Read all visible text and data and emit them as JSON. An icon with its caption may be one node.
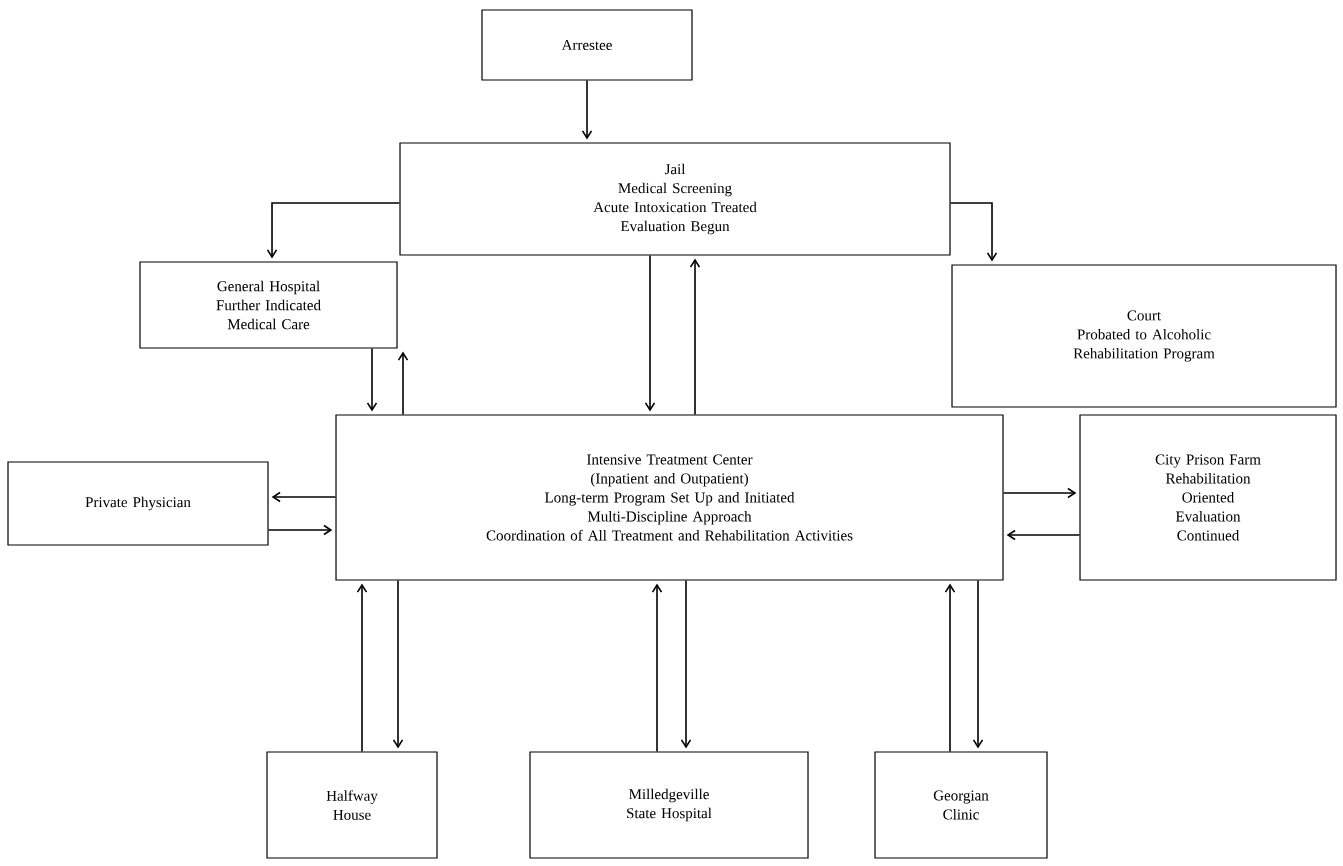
{
  "diagram": {
    "nodes": [
      {
        "text": [
          "Arrestee"
        ]
      },
      {
        "text": [
          "Jail",
          "Medical Screening",
          "Acute Intoxication Treated",
          "Evaluation Begun"
        ]
      },
      {
        "text": [
          "General Hospital",
          "Further Indicated Medical Care"
        ]
      },
      {
        "text": [
          "Court",
          "Probated to Alcoholic Rehabilitation Program"
        ]
      },
      {
        "text": [
          "Intensive Treatment Center",
          "(Inpatient and Outpatient)",
          "Long-term Program Set Up and Initiated",
          "Multi-Discipline Approach",
          "Coordination of All Treatment and Rehabilitation Activities"
        ]
      },
      {
        "text": [
          "Private Physician"
        ]
      },
      {
        "text": [
          "City Prison Farm",
          "Rehabilitation Oriented Evaluation Continued"
        ]
      },
      {
        "text": [
          "Halfway House"
        ]
      },
      {
        "text": [
          "Milledgeville State Hospital"
        ]
      },
      {
        "text": [
          "Georgian Clinic"
        ]
      }
    ],
    "edges": [
      {
        "from": 0,
        "to": 1,
        "arrow": "to"
      },
      {
        "from": 1,
        "to": 2,
        "arrow": "to"
      },
      {
        "from": 1,
        "to": 3,
        "arrow": "to"
      },
      {
        "from": 1,
        "to": 4,
        "arrow": "to"
      },
      {
        "from": 4,
        "to": 1,
        "arrow": "to"
      },
      {
        "from": 2,
        "to": 4,
        "arrow": "to"
      },
      {
        "from": 4,
        "to": 2,
        "arrow": "to"
      },
      {
        "from": 4,
        "to": 5,
        "arrow": "to"
      },
      {
        "from": 5,
        "to": 4,
        "arrow": "to"
      },
      {
        "from": 4,
        "to": 6,
        "arrow": "to"
      },
      {
        "from": 6,
        "to": 4,
        "arrow": "to"
      },
      {
        "from": 7,
        "to": 4,
        "arrow": "to"
      },
      {
        "from": 4,
        "to": 7,
        "arrow": "to"
      },
      {
        "from": 8,
        "to": 4,
        "arrow": "to"
      },
      {
        "from": 4,
        "to": 8,
        "arrow": "to"
      },
      {
        "from": 9,
        "to": 4,
        "arrow": "to"
      },
      {
        "from": 4,
        "to": 9,
        "arrow": "to"
      }
    ]
  }
}
